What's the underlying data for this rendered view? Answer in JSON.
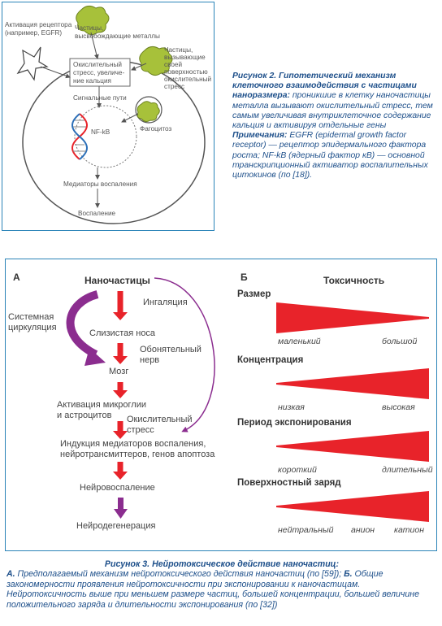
{
  "fig2": {
    "labels": {
      "receptor": "Активация рецептора",
      "receptor2": "(например, EGFR)",
      "particles_release": "Частицы,",
      "particles_release2": "высвобождающие металлы",
      "particles_surface": "Частицы,",
      "particles_surface2": "вызывающие",
      "particles_surface3": "своей",
      "particles_surface4": "поверхностью",
      "particles_surface5": "окислительный",
      "particles_surface6": "стресс",
      "oxidative_box1": "Окислительный",
      "oxidative_box2": "стресс, увеличе-",
      "oxidative_box3": "ние кальция",
      "signal_paths": "Сигнальные пути",
      "nfkb": "NF-kB",
      "phagocytosis": "Фагоцитоз",
      "mediators": "Медиаторы воспаления",
      "inflammation": "Воспаление"
    },
    "caption": {
      "title": "Рисунок 2. Гипотетический механизм клеточного взаимодействия с частицами наноразмера:",
      "text": "проникшие в клетку наночастицы металла вызывают окислительный стресс, тем самым увеличивая внутриклеточное содержание кальция и активируя отдельные гены",
      "notes_label": "Примечания:",
      "notes": "EGFR (epidermal growth factor receptor) — рецептор эпидермального фактора роста; NF-kB (ядерный фактор кВ) — основной транскрипционный активатор воспалительных цитокинов (по [18])."
    }
  },
  "fig3": {
    "panel_a": {
      "letter": "А",
      "title": "Наночастицы",
      "inhalation": "Ингаляция",
      "systemic1": "Системная",
      "systemic2": "циркуляция",
      "nasal": "Слизистая носа",
      "olfactory1": "Обонятельный",
      "olfactory2": "нерв",
      "brain": "Мозг",
      "activation1": "Активация микроглии",
      "activation2": "и астроцитов",
      "oxidative1": "Окислительный",
      "oxidative2": "стресс",
      "induction1": "Индукция медиаторов воспаления,",
      "induction2": "нейротрансмиттеров, генов апоптоза",
      "neuroinflammation": "Нейровоспаление",
      "neurodegeneration": "Нейродегенерация"
    },
    "panel_b": {
      "letter": "Б",
      "title": "Токсичность",
      "rows": [
        {
          "name": "Размер",
          "left": "маленький",
          "right": "большой",
          "direction": "decreasing"
        },
        {
          "name": "Концентрация",
          "left": "низкая",
          "right": "высокая",
          "direction": "increasing"
        },
        {
          "name": "Период экспонирования",
          "left": "короткий",
          "right": "длительный",
          "direction": "increasing"
        },
        {
          "name": "Поверхностный заряд",
          "left": "нейтральный",
          "mid": "анион",
          "right": "катион",
          "direction": "increasing"
        }
      ]
    },
    "colors": {
      "arrow_red": "#e8232a",
      "arrow_purple": "#8b2d8f",
      "frame_blue": "#2b84b8",
      "caption_blue": "#1d4f8a"
    },
    "caption": {
      "title": "Рисунок 3. Нейротоксическое действие наночастиц:",
      "a_label": "А.",
      "a_text": "Предполагаемый механизм нейротоксического действия наночастиц (по [59]);",
      "b_label": "Б.",
      "b_text": "Общие закономерности проявления нейротоксичности при экспонировании к наночастицам. Нейротоксичность выше при меньшем размере частиц, большей концентрации, большей величине положительного заряда и длительности экспонирования (по [32])"
    }
  }
}
